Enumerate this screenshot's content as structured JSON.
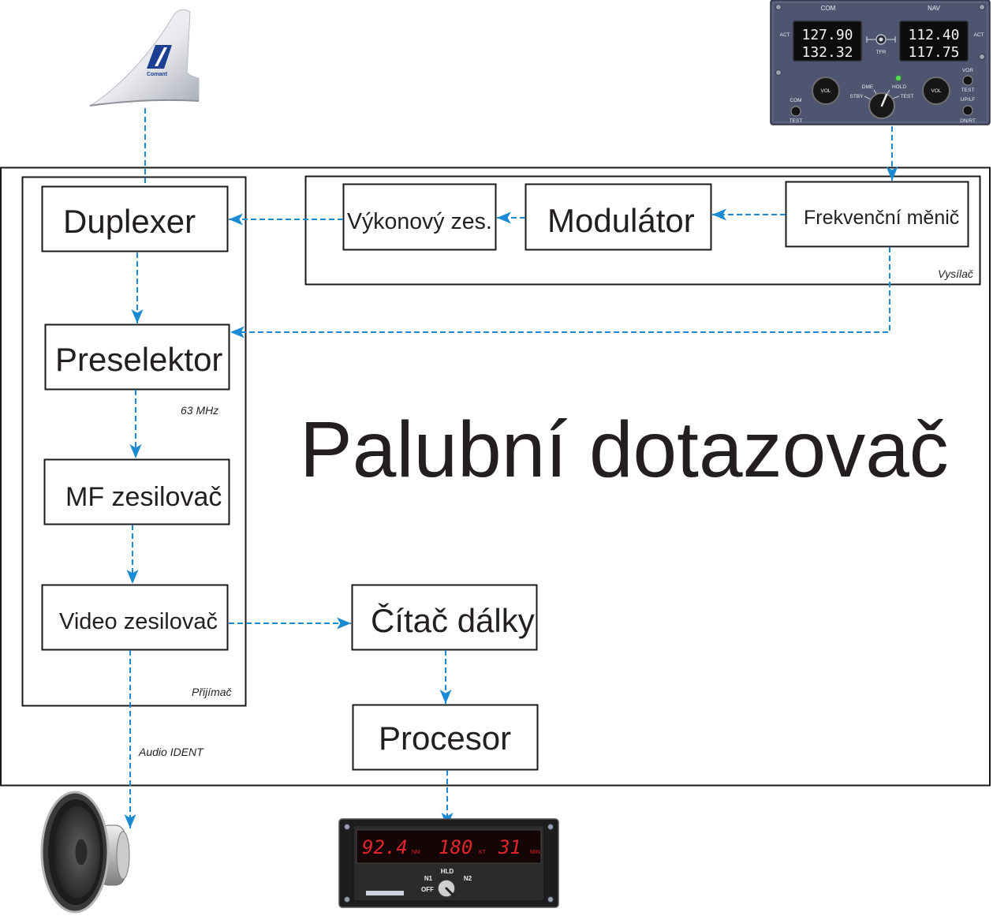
{
  "title": "Palubní dotazovač",
  "receiver": {
    "label": "Přijímač",
    "duplexer": "Duplexer",
    "preselektor": "Preselektor",
    "if_frequency": "63 MHz",
    "mf_zesilovac": "MF zesilovač",
    "video_zesilovac": "Video zesilovač"
  },
  "transmitter": {
    "label": "Vysílač",
    "vykonovy_zesilovac": "Výkonový zes.",
    "modulator": "Modulátor",
    "frekvencni_menic": "Frekvenční měnič"
  },
  "processing": {
    "citac_dalky": "Čítač dálky",
    "procesor": "Procesor"
  },
  "audio_output": {
    "label": "Audio IDENT"
  },
  "antenna": {
    "logo": "Comant"
  },
  "control_panel": {
    "com_header": "COM",
    "nav_header": "NAV",
    "com_act": "ACT",
    "nav_act": "ACT",
    "com_active_freq": "127.90",
    "com_standby_freq": "132.32",
    "nav_active_freq": "112.40",
    "nav_standby_freq": "117.75",
    "transfer": "TFR",
    "com_volume": "VOL",
    "nav_volume": "VOL",
    "mode_dme": "DME",
    "mode_hold": "HOLD",
    "mode_stby": "STBY",
    "mode_test": "TEST",
    "com_test_top": "COM",
    "com_test_bottom": "TEST",
    "vor_test_top": "VOR",
    "vor_test_bottom": "TEST",
    "up_left": "UP/LF",
    "down_right": "DN/RT"
  },
  "dme_indicator": {
    "distance": "92.4",
    "distance_unit": "NM",
    "ground_speed": "180",
    "speed_unit": "KT",
    "time": "31",
    "time_unit": "MIN",
    "hold": "HLD",
    "nav1": "N1",
    "nav2": "N2",
    "off": "OFF"
  },
  "colors": {
    "arrow": "#1b8ad3",
    "outline": "#1a1a1a",
    "text": "#231f20",
    "panel": "#4e5570",
    "dme_digits": "#e3242b",
    "logo_blue": "#1d3f92"
  }
}
